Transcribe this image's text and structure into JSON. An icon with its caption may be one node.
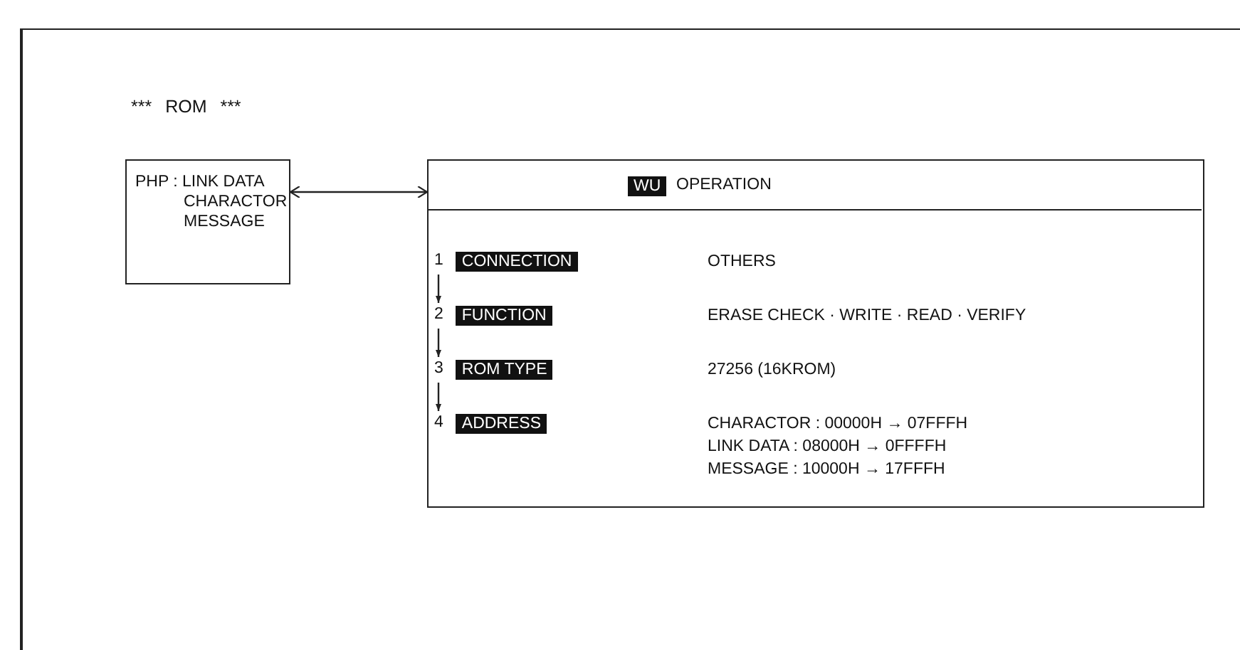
{
  "diagram": {
    "title": "*** ROM ***",
    "nodes": [
      {
        "text": [
          "PHP : LINK DATA CHARACTOR MESSAGE"
        ]
      },
      {
        "text": [
          "WU",
          "OPERATION"
        ]
      },
      {
        "text": [
          "CONNECTION"
        ],
        "in": 1,
        "beside": [
          "1"
        ]
      },
      {
        "text": [
          "FUNCTION"
        ],
        "in": 1,
        "beside": [
          "2"
        ]
      },
      {
        "text": [
          "ROM TYPE"
        ],
        "in": 1,
        "beside": [
          "3"
        ]
      },
      {
        "text": [
          "ADDRESS"
        ],
        "in": 1,
        "beside": [
          "4"
        ]
      }
    ],
    "labels": [
      "OTHERS",
      "ERASE CHECK · WRITE · READ · VERIFY",
      "27256 (16KROM)",
      "CHARACTOR : 00000H → 07FFFH",
      "LINK DATA : 08000H → 0FFFFH",
      "MESSAGE : 10000H → 17FFFH"
    ],
    "edges": [
      {
        "from": 0,
        "to": 1,
        "arrow": "both"
      },
      {
        "from": 2,
        "to": 3,
        "arrow": "to"
      },
      {
        "from": 3,
        "to": 4,
        "arrow": "to"
      },
      {
        "from": 4,
        "to": 5,
        "arrow": "to"
      }
    ]
  }
}
